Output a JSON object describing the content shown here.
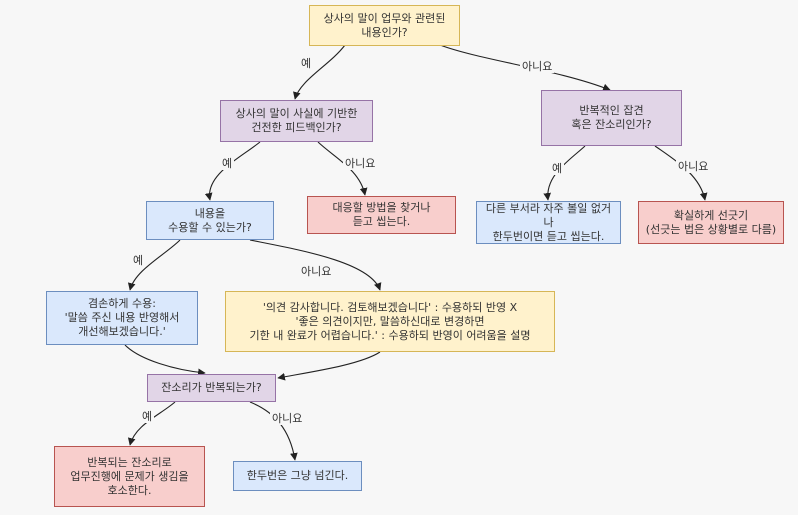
{
  "nodes": {
    "q1": "상사의 말이 업무와 관련된\n내용인가?",
    "q2": "상사의 말이 사실에 기반한\n건전한 피드백인가?",
    "q3": "반복적인 잡견\n혹은 잔소리인가?",
    "q4": "내용을\n수용할 수 있는가?",
    "a_cope": "대응할 방법을 찾거나\n듣고 씹는다.",
    "a_ignore": "다른 부서라 자주 볼일 없거나\n한두번이면 듣고 씹는다.",
    "a_draw_line": "확실하게 선긋기\n(선긋는 법은 상황별로 다름)",
    "a_accept": "겸손하게 수용:\n'말씀 주신 내용 반영해서\n개선해보겠습니다.'",
    "a_explain": "'의견 감사합니다. 검토해보겠습니다' : 수용하되 반영 X\n'좋은 의견이지만, 말씀하신대로 변경하면\n기한 내 완료가 어렵습니다.' : 수용하되 반영이 어려움을 설명",
    "q5": "잔소리가 반복되는가?",
    "a_problem": "반복되는 잔소리로\n업무진행에 문제가 생김을\n호소한다.",
    "a_pass": "한두번은 그냥 넘긴다."
  },
  "edge_labels": {
    "yes": "예",
    "no": "아니요"
  },
  "colors": {
    "question": "#fff2cc",
    "decision": "#e1d5e7",
    "warning": "#f8cecc",
    "action": "#dae8fc"
  }
}
